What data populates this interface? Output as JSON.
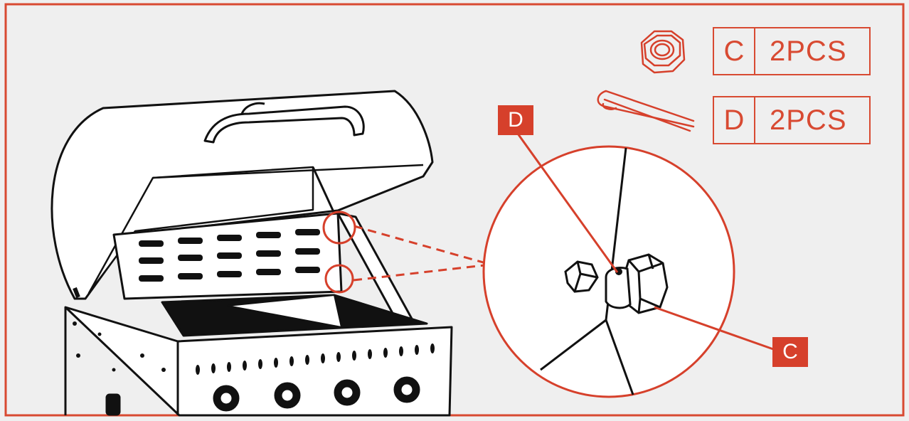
{
  "parts": [
    {
      "letter": "C",
      "qty": "2PCS",
      "icon": "hex-nut-icon"
    },
    {
      "letter": "D",
      "qty": "2PCS",
      "icon": "cotter-pin-icon"
    }
  ],
  "callouts": {
    "d_label": "D",
    "c_label": "C"
  },
  "colors": {
    "accent": "#d6402b",
    "line": "#111111",
    "background": "#efefef"
  }
}
